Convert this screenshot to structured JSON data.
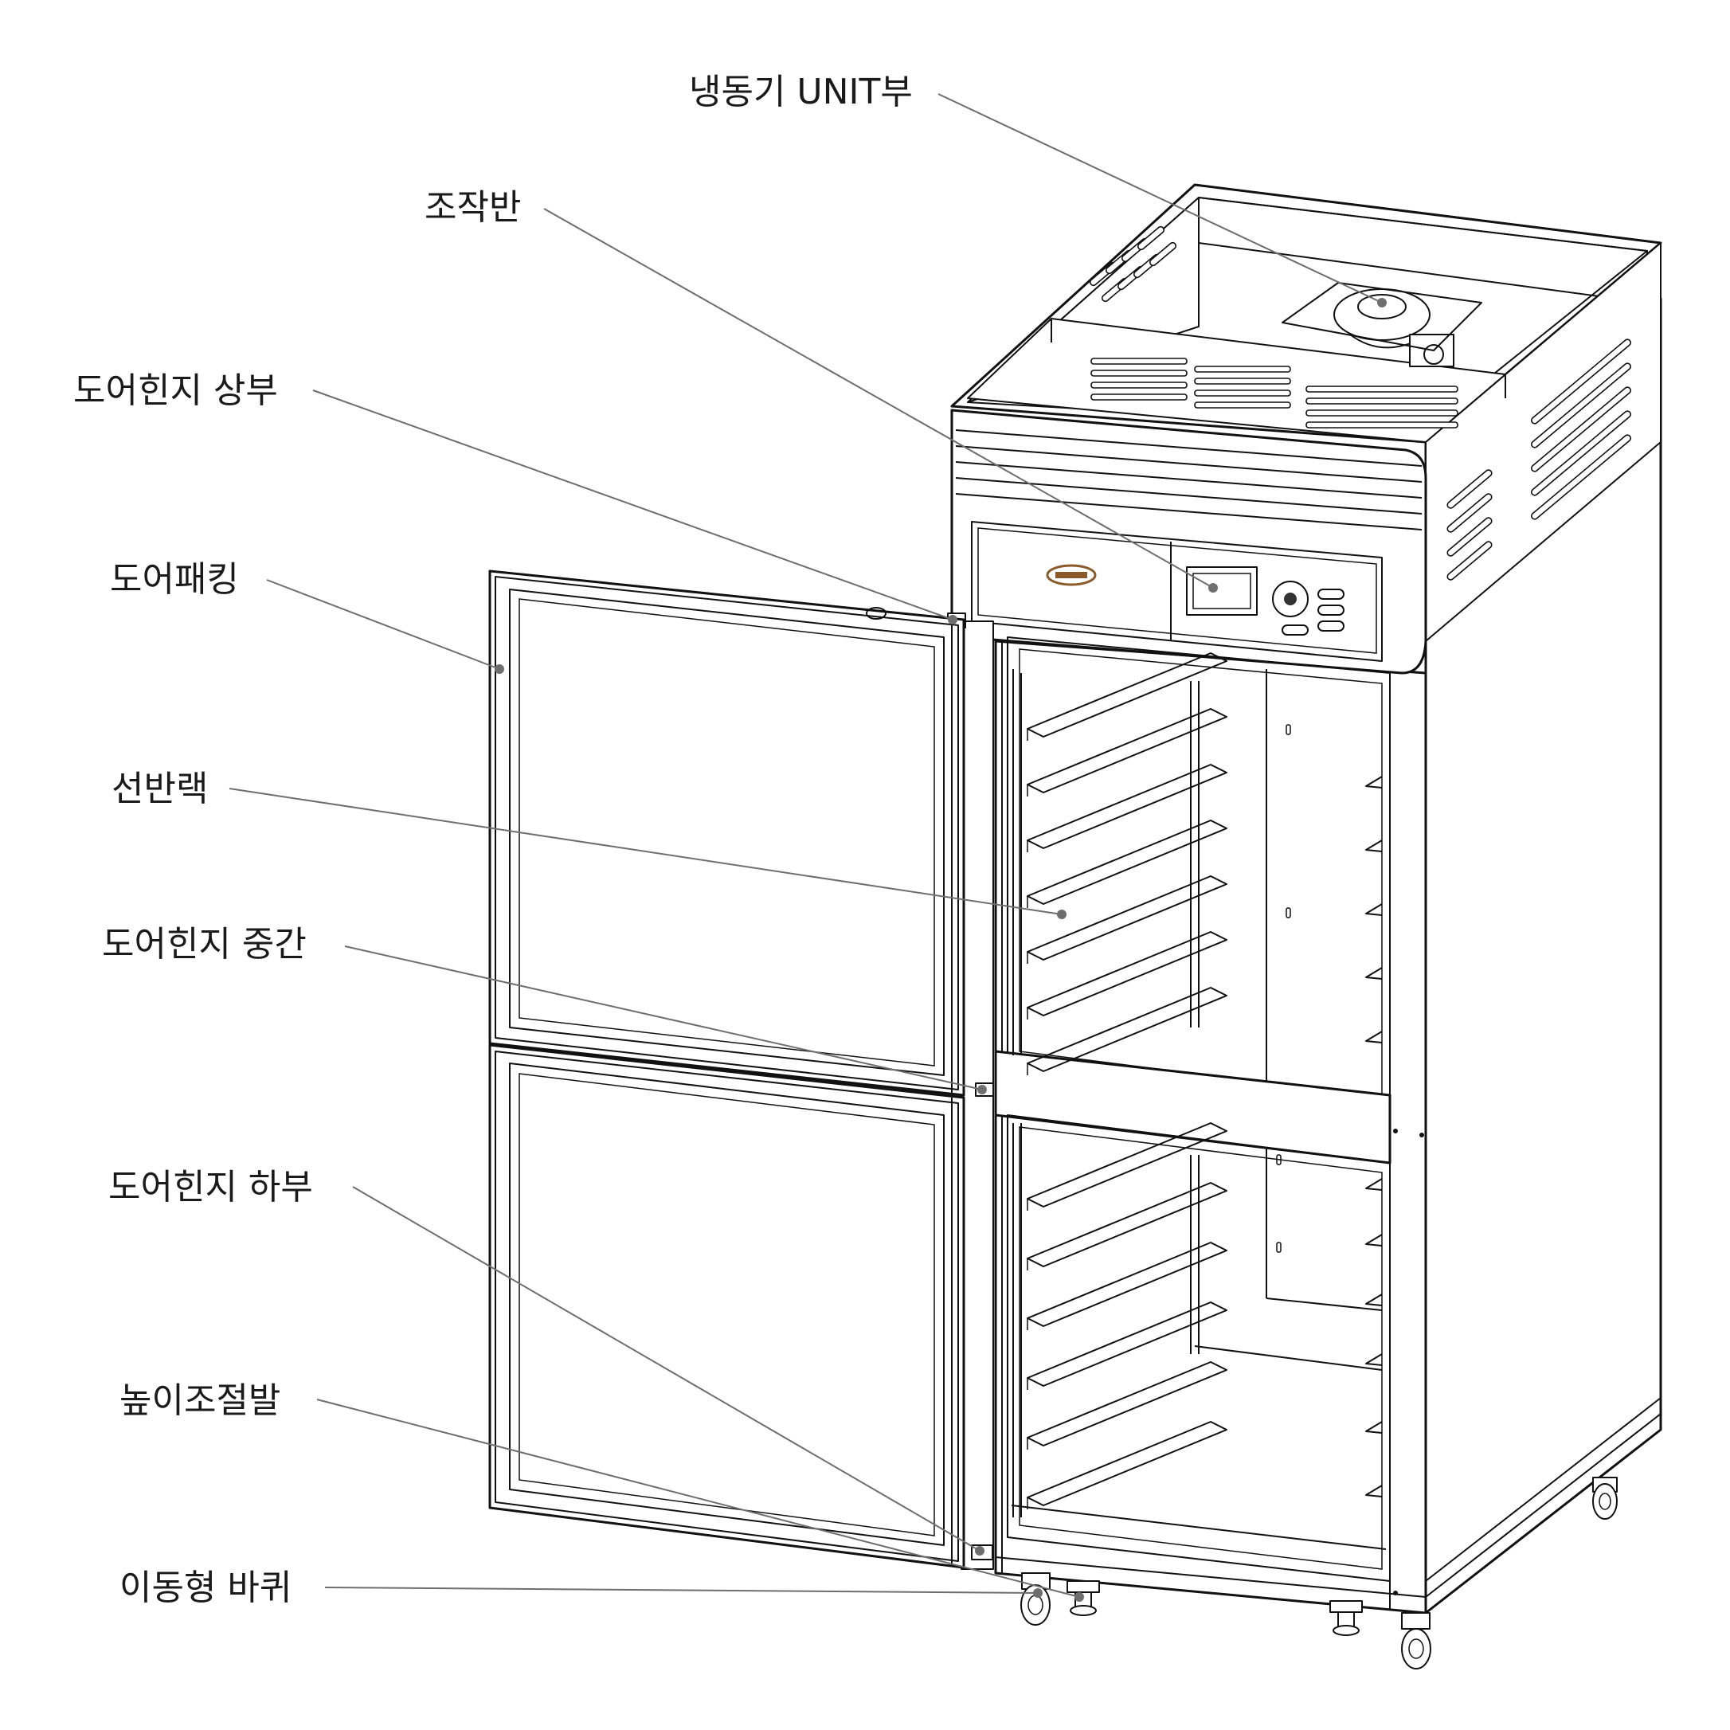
{
  "callouts": [
    {
      "id": "freezer-unit",
      "label": "냉동기 UNIT부"
    },
    {
      "id": "control-panel",
      "label": "조작반"
    },
    {
      "id": "door-hinge-top",
      "label": "도어힌지 상부"
    },
    {
      "id": "door-packing",
      "label": "도어패킹"
    },
    {
      "id": "shelf-rack",
      "label": "선반랙"
    },
    {
      "id": "door-hinge-middle",
      "label": "도어힌지 중간"
    },
    {
      "id": "door-hinge-bottom",
      "label": "도어힌지 하부"
    },
    {
      "id": "leveling-foot",
      "label": "높이조절발"
    },
    {
      "id": "caster-wheel",
      "label": "이동형 바퀴"
    }
  ],
  "brand_logo": "bakery-logo"
}
